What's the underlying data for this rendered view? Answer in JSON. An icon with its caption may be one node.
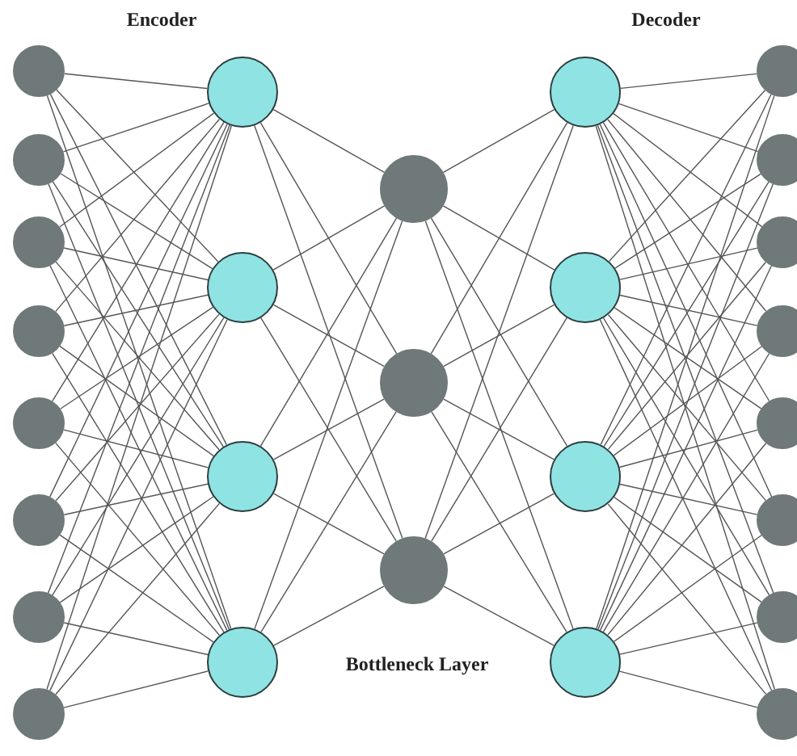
{
  "diagram": {
    "nodes": [
      {
        "text": [],
        "shape": "circle"
      },
      {
        "text": [],
        "shape": "circle"
      },
      {
        "text": [],
        "shape": "circle"
      },
      {
        "text": [],
        "shape": "circle"
      },
      {
        "text": [],
        "shape": "circle"
      },
      {
        "text": [],
        "shape": "circle"
      },
      {
        "text": [],
        "shape": "circle"
      },
      {
        "text": [],
        "shape": "circle"
      },
      {
        "text": [],
        "shape": "circle"
      },
      {
        "text": [],
        "shape": "circle"
      },
      {
        "text": [],
        "shape": "circle"
      },
      {
        "text": [],
        "shape": "circle"
      },
      {
        "text": [],
        "shape": "circle"
      },
      {
        "text": [],
        "shape": "circle"
      },
      {
        "text": [],
        "shape": "circle"
      },
      {
        "text": [],
        "shape": "circle"
      },
      {
        "text": [],
        "shape": "circle"
      },
      {
        "text": [],
        "shape": "circle"
      },
      {
        "text": [],
        "shape": "circle"
      },
      {
        "text": [],
        "shape": "circle"
      },
      {
        "text": [],
        "shape": "circle"
      },
      {
        "text": [],
        "shape": "circle"
      },
      {
        "text": [],
        "shape": "circle"
      },
      {
        "text": [],
        "shape": "circle"
      },
      {
        "text": [],
        "shape": "circle"
      },
      {
        "text": [],
        "shape": "circle"
      },
      {
        "text": [],
        "shape": "circle"
      }
    ],
    "edges": [
      {
        "from": 0,
        "to": 8,
        "arrow": "none"
      },
      {
        "from": 0,
        "to": 9,
        "arrow": "none"
      },
      {
        "from": 0,
        "to": 10,
        "arrow": "none"
      },
      {
        "from": 0,
        "to": 11,
        "arrow": "none"
      },
      {
        "from": 1,
        "to": 8,
        "arrow": "none"
      },
      {
        "from": 1,
        "to": 9,
        "arrow": "none"
      },
      {
        "from": 1,
        "to": 10,
        "arrow": "none"
      },
      {
        "from": 1,
        "to": 11,
        "arrow": "none"
      },
      {
        "from": 2,
        "to": 8,
        "arrow": "none"
      },
      {
        "from": 2,
        "to": 9,
        "arrow": "none"
      },
      {
        "from": 2,
        "to": 10,
        "arrow": "none"
      },
      {
        "from": 2,
        "to": 11,
        "arrow": "none"
      },
      {
        "from": 3,
        "to": 8,
        "arrow": "none"
      },
      {
        "from": 3,
        "to": 9,
        "arrow": "none"
      },
      {
        "from": 3,
        "to": 10,
        "arrow": "none"
      },
      {
        "from": 3,
        "to": 11,
        "arrow": "none"
      },
      {
        "from": 4,
        "to": 8,
        "arrow": "none"
      },
      {
        "from": 4,
        "to": 9,
        "arrow": "none"
      },
      {
        "from": 4,
        "to": 10,
        "arrow": "none"
      },
      {
        "from": 4,
        "to": 11,
        "arrow": "none"
      },
      {
        "from": 5,
        "to": 8,
        "arrow": "none"
      },
      {
        "from": 5,
        "to": 9,
        "arrow": "none"
      },
      {
        "from": 5,
        "to": 10,
        "arrow": "none"
      },
      {
        "from": 5,
        "to": 11,
        "arrow": "none"
      },
      {
        "from": 6,
        "to": 8,
        "arrow": "none"
      },
      {
        "from": 6,
        "to": 9,
        "arrow": "none"
      },
      {
        "from": 6,
        "to": 10,
        "arrow": "none"
      },
      {
        "from": 6,
        "to": 11,
        "arrow": "none"
      },
      {
        "from": 7,
        "to": 8,
        "arrow": "none"
      },
      {
        "from": 7,
        "to": 9,
        "arrow": "none"
      },
      {
        "from": 7,
        "to": 10,
        "arrow": "none"
      },
      {
        "from": 7,
        "to": 11,
        "arrow": "none"
      },
      {
        "from": 8,
        "to": 12,
        "arrow": "none"
      },
      {
        "from": 8,
        "to": 13,
        "arrow": "none"
      },
      {
        "from": 8,
        "to": 14,
        "arrow": "none"
      },
      {
        "from": 9,
        "to": 12,
        "arrow": "none"
      },
      {
        "from": 9,
        "to": 13,
        "arrow": "none"
      },
      {
        "from": 9,
        "to": 14,
        "arrow": "none"
      },
      {
        "from": 10,
        "to": 12,
        "arrow": "none"
      },
      {
        "from": 10,
        "to": 13,
        "arrow": "none"
      },
      {
        "from": 10,
        "to": 14,
        "arrow": "none"
      },
      {
        "from": 11,
        "to": 12,
        "arrow": "none"
      },
      {
        "from": 11,
        "to": 13,
        "arrow": "none"
      },
      {
        "from": 11,
        "to": 14,
        "arrow": "none"
      },
      {
        "from": 12,
        "to": 15,
        "arrow": "none"
      },
      {
        "from": 12,
        "to": 16,
        "arrow": "none"
      },
      {
        "from": 12,
        "to": 17,
        "arrow": "none"
      },
      {
        "from": 12,
        "to": 18,
        "arrow": "none"
      },
      {
        "from": 13,
        "to": 15,
        "arrow": "none"
      },
      {
        "from": 13,
        "to": 16,
        "arrow": "none"
      },
      {
        "from": 13,
        "to": 17,
        "arrow": "none"
      },
      {
        "from": 13,
        "to": 18,
        "arrow": "none"
      },
      {
        "from": 14,
        "to": 15,
        "arrow": "none"
      },
      {
        "from": 14,
        "to": 16,
        "arrow": "none"
      },
      {
        "from": 14,
        "to": 17,
        "arrow": "none"
      },
      {
        "from": 14,
        "to": 18,
        "arrow": "none"
      },
      {
        "from": 15,
        "to": 19,
        "arrow": "none"
      },
      {
        "from": 15,
        "to": 20,
        "arrow": "none"
      },
      {
        "from": 15,
        "to": 21,
        "arrow": "none"
      },
      {
        "from": 15,
        "to": 22,
        "arrow": "none"
      },
      {
        "from": 15,
        "to": 23,
        "arrow": "none"
      },
      {
        "from": 15,
        "to": 24,
        "arrow": "none"
      },
      {
        "from": 15,
        "to": 25,
        "arrow": "none"
      },
      {
        "from": 15,
        "to": 26,
        "arrow": "none"
      },
      {
        "from": 16,
        "to": 19,
        "arrow": "none"
      },
      {
        "from": 16,
        "to": 20,
        "arrow": "none"
      },
      {
        "from": 16,
        "to": 21,
        "arrow": "none"
      },
      {
        "from": 16,
        "to": 22,
        "arrow": "none"
      },
      {
        "from": 16,
        "to": 23,
        "arrow": "none"
      },
      {
        "from": 16,
        "to": 24,
        "arrow": "none"
      },
      {
        "from": 16,
        "to": 25,
        "arrow": "none"
      },
      {
        "from": 16,
        "to": 26,
        "arrow": "none"
      },
      {
        "from": 17,
        "to": 19,
        "arrow": "none"
      },
      {
        "from": 17,
        "to": 20,
        "arrow": "none"
      },
      {
        "from": 17,
        "to": 21,
        "arrow": "none"
      },
      {
        "from": 17,
        "to": 22,
        "arrow": "none"
      },
      {
        "from": 17,
        "to": 23,
        "arrow": "none"
      },
      {
        "from": 17,
        "to": 24,
        "arrow": "none"
      },
      {
        "from": 17,
        "to": 25,
        "arrow": "none"
      },
      {
        "from": 17,
        "to": 26,
        "arrow": "none"
      },
      {
        "from": 18,
        "to": 19,
        "arrow": "none"
      },
      {
        "from": 18,
        "to": 20,
        "arrow": "none"
      },
      {
        "from": 18,
        "to": 21,
        "arrow": "none"
      },
      {
        "from": 18,
        "to": 22,
        "arrow": "none"
      },
      {
        "from": 18,
        "to": 23,
        "arrow": "none"
      },
      {
        "from": 18,
        "to": 24,
        "arrow": "none"
      },
      {
        "from": 18,
        "to": 25,
        "arrow": "none"
      },
      {
        "from": 18,
        "to": 26,
        "arrow": "none"
      }
    ],
    "labels": [
      "Encoder",
      "Decoder",
      "Bottleneck Layer"
    ]
  }
}
